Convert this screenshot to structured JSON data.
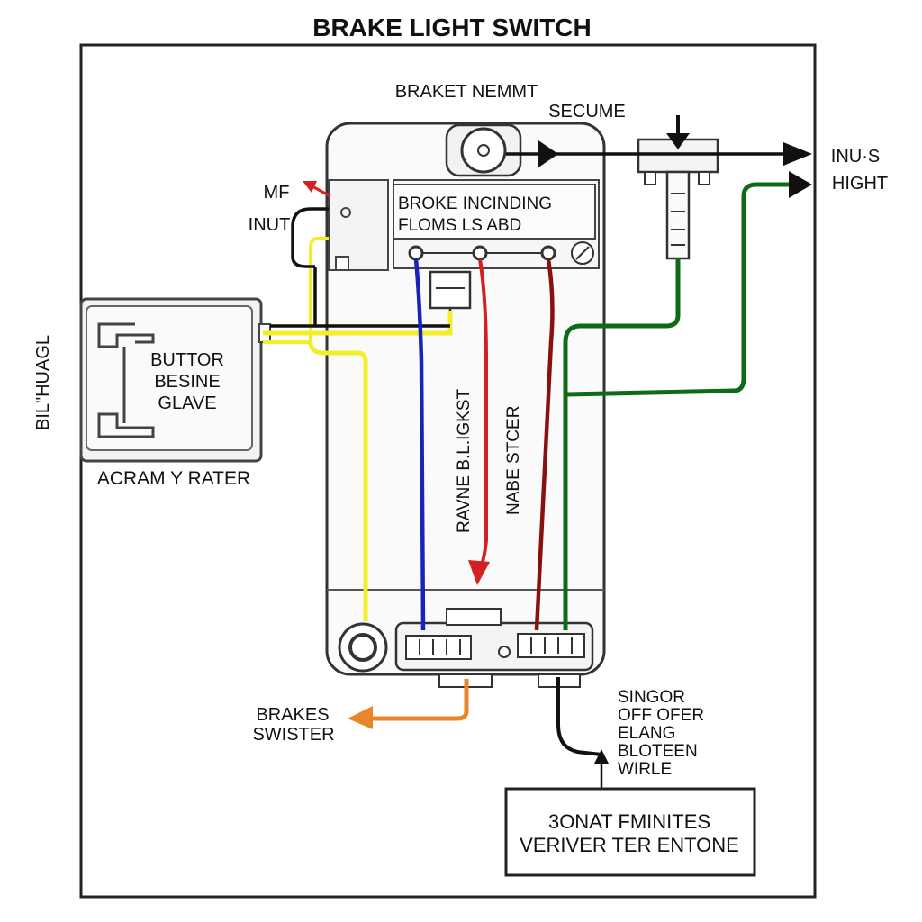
{
  "title": "BRAKE LIGHT SWITCH",
  "labels": {
    "top_center": "BRAKET NEMMT",
    "top_right": "SECUME",
    "mf": "MF",
    "inut": "INUT",
    "inus": "INU·S",
    "hight": "HIGHT",
    "panel_line1": "BROKE INCINDING",
    "panel_line2": "FLOMS LS ABD",
    "left_vertical": "BIL\"HUAGL",
    "box_line1": "BUTTOR",
    "box_line2": "BESINE",
    "box_line3": "GLAVE",
    "box_caption": "ACRAM Y RATER",
    "wire_vert_1": "RAVNE B.L.IGKST",
    "wire_vert_2": "NABE STCER",
    "brakes_line1": "BRAKES",
    "brakes_line2": "SWISTER",
    "note_line1": "SINGOR",
    "note_line2": "OFF OFER",
    "note_line3": "ELANG",
    "note_line4": "BLOTEEN",
    "note_line5": "WIRLE",
    "bottom_box_line1": "3ONAT FMINITES",
    "bottom_box_line2": "VERIVER TER ENTONE"
  },
  "wire_colors": {
    "yellow": "#f2ee2a",
    "blue": "#1a22b8",
    "red": "#d42020",
    "dark_red": "#8a1010",
    "green": "#0f6a16",
    "orange": "#e8862a",
    "black": "#111111"
  }
}
